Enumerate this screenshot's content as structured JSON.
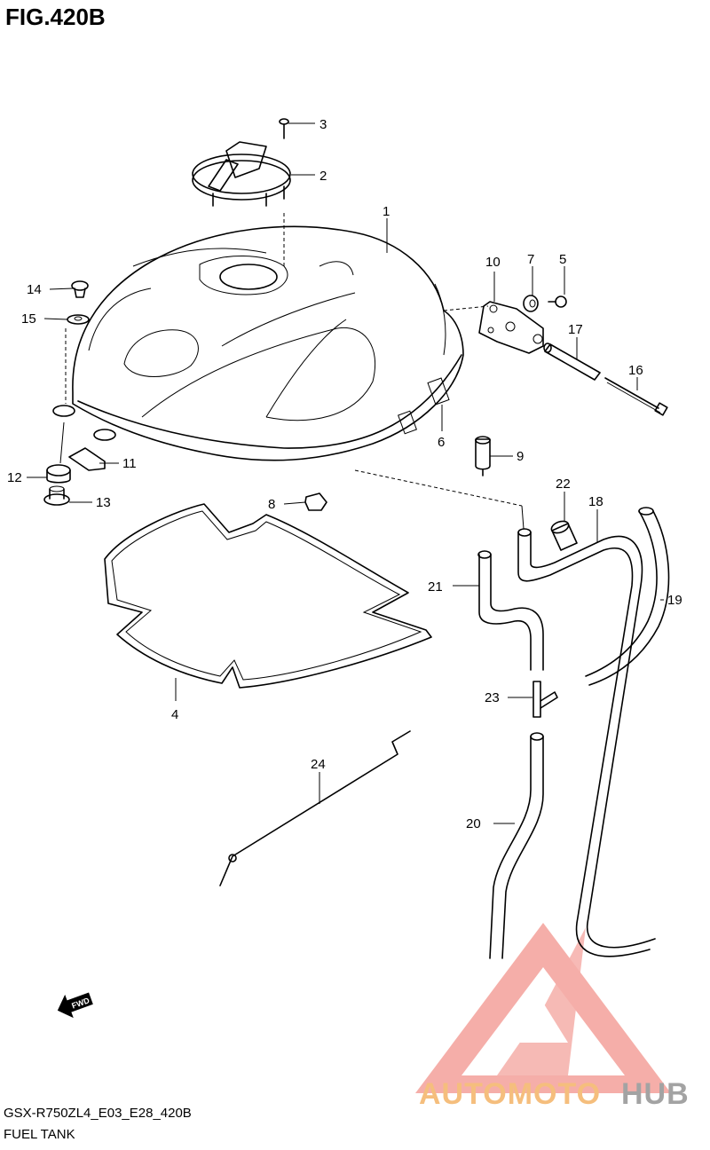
{
  "figure": {
    "title": "FIG.420B"
  },
  "footer": {
    "model_code": "GSX-R750ZL4_E03_E28_420B",
    "section_name": "FUEL TANK"
  },
  "direction_badge": {
    "text": "FWD",
    "icon": "forward-arrow-icon"
  },
  "watermark": {
    "brand_part1": "AUTOMOTO",
    "brand_part2": "HUB",
    "color_primary": "#f4a6a0",
    "color_accent": "#f5b870",
    "color_dark": "#9a9a9a"
  },
  "callouts": [
    {
      "id": "1",
      "label": "1"
    },
    {
      "id": "2",
      "label": "2"
    },
    {
      "id": "3",
      "label": "3"
    },
    {
      "id": "4",
      "label": "4"
    },
    {
      "id": "5",
      "label": "5"
    },
    {
      "id": "6",
      "label": "6"
    },
    {
      "id": "7",
      "label": "7"
    },
    {
      "id": "8",
      "label": "8"
    },
    {
      "id": "9",
      "label": "9"
    },
    {
      "id": "10",
      "label": "10"
    },
    {
      "id": "11",
      "label": "11"
    },
    {
      "id": "12",
      "label": "12"
    },
    {
      "id": "13",
      "label": "13"
    },
    {
      "id": "14",
      "label": "14"
    },
    {
      "id": "15",
      "label": "15"
    },
    {
      "id": "16",
      "label": "16"
    },
    {
      "id": "17",
      "label": "17"
    },
    {
      "id": "18",
      "label": "18"
    },
    {
      "id": "19",
      "label": "19"
    },
    {
      "id": "20",
      "label": "20"
    },
    {
      "id": "21",
      "label": "21"
    },
    {
      "id": "22",
      "label": "22"
    },
    {
      "id": "23",
      "label": "23"
    },
    {
      "id": "24",
      "label": "24"
    }
  ]
}
